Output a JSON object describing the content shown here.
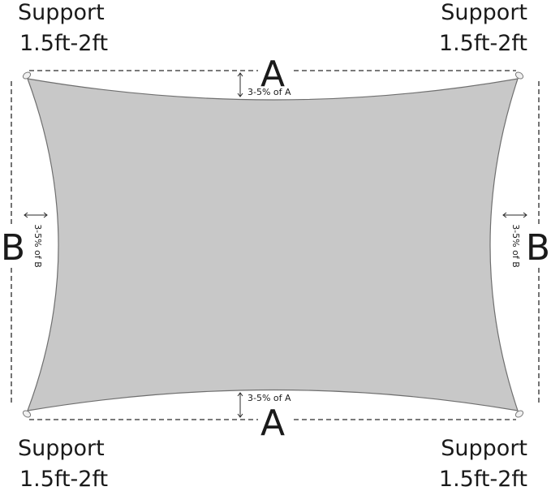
{
  "support_labels": {
    "top_left": {
      "line1": "Support",
      "line2": "1.5ft-2ft"
    },
    "top_right": {
      "line1": "Support",
      "line2": "1.5ft-2ft"
    },
    "bottom_left": {
      "line1": "Support",
      "line2": "1.5ft-2ft"
    },
    "bottom_right": {
      "line1": "Support",
      "line2": "1.5ft-2ft"
    }
  },
  "side_labels": {
    "top": "A",
    "bottom": "A",
    "left": "B",
    "right": "B"
  },
  "sag_notes": {
    "top": "3-5% of A",
    "bottom": "3-5% of A",
    "left": "3-5% of B",
    "right": "3-5% of B"
  },
  "colors": {
    "shade_fill": "#c8c8c8",
    "shade_edge": "#6f6f6f",
    "text": "#1a1a1a"
  }
}
